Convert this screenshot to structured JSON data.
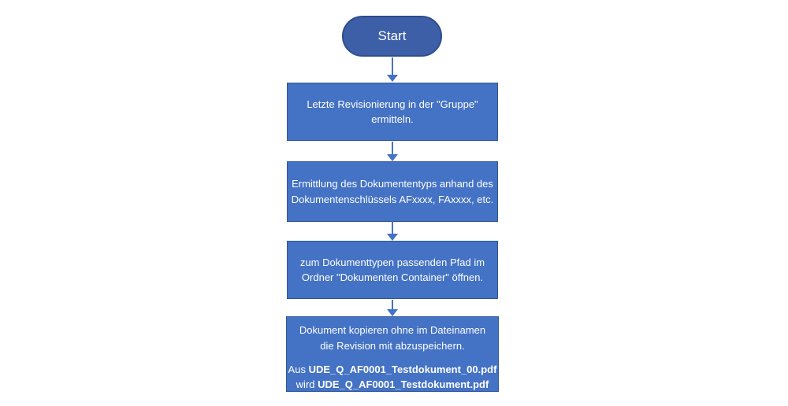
{
  "colors": {
    "background": "#FFFFFF",
    "start-fill": "#3D5FA7",
    "start-border": "#2E4D8C",
    "box-fill": "#4472C4",
    "box-border": "#2F5597",
    "arrow": "#4472C4",
    "text": "#FFFFFF"
  },
  "flowchart": {
    "start_label": "Start",
    "steps": [
      {
        "text": "Letzte Revisionierung in der \"Gruppe\"\nermitteln."
      },
      {
        "text": "Ermittlung des Dokumententyps anhand des\nDokumentenschlüssels AFxxxx, FAxxxx, etc."
      },
      {
        "text": "zum Dokumenttypen passenden Pfad im\nOrdner \"Dokumenten Container\" öffnen."
      },
      {
        "text": "Dokument kopieren ohne im Dateinamen\ndie Revision mit abzuspeichern.",
        "example": {
          "from_prefix": "Aus ",
          "from_file": "UDE_Q_AF0001_Testdokument_00.pdf",
          "to_prefix": "wird ",
          "to_file": "UDE_Q_AF0001_Testdokument.pdf"
        }
      }
    ]
  }
}
